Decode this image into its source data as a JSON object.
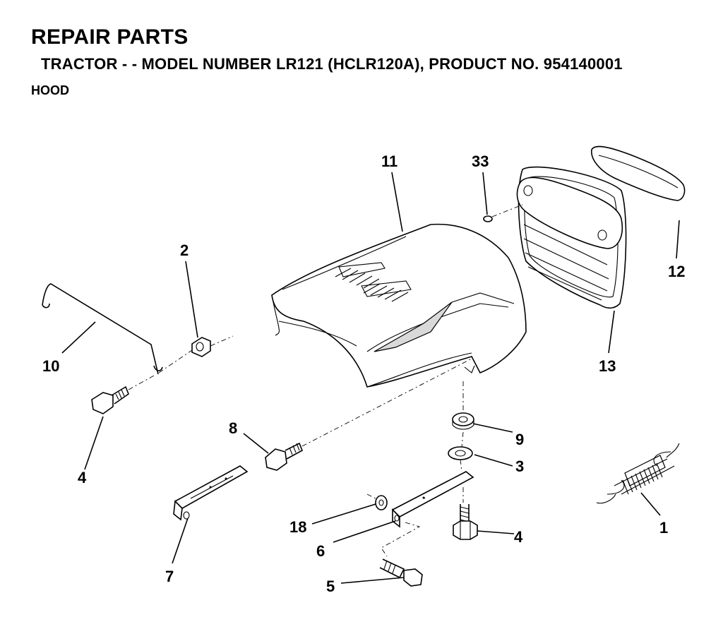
{
  "header": {
    "title": "REPAIR PARTS",
    "subtitle": "TRACTOR - - MODEL NUMBER LR121 (HCLR120A), PRODUCT NO. 954140001",
    "section": "HOOD"
  },
  "callouts": {
    "c11": "11",
    "c33": "33",
    "c2": "2",
    "c12": "12",
    "c10": "10",
    "c13": "13",
    "c4a": "4",
    "c8": "8",
    "c9": "9",
    "c3": "3",
    "c1": "1",
    "c18": "18",
    "c4b": "4",
    "c6": "6",
    "c7": "7",
    "c5": "5"
  }
}
